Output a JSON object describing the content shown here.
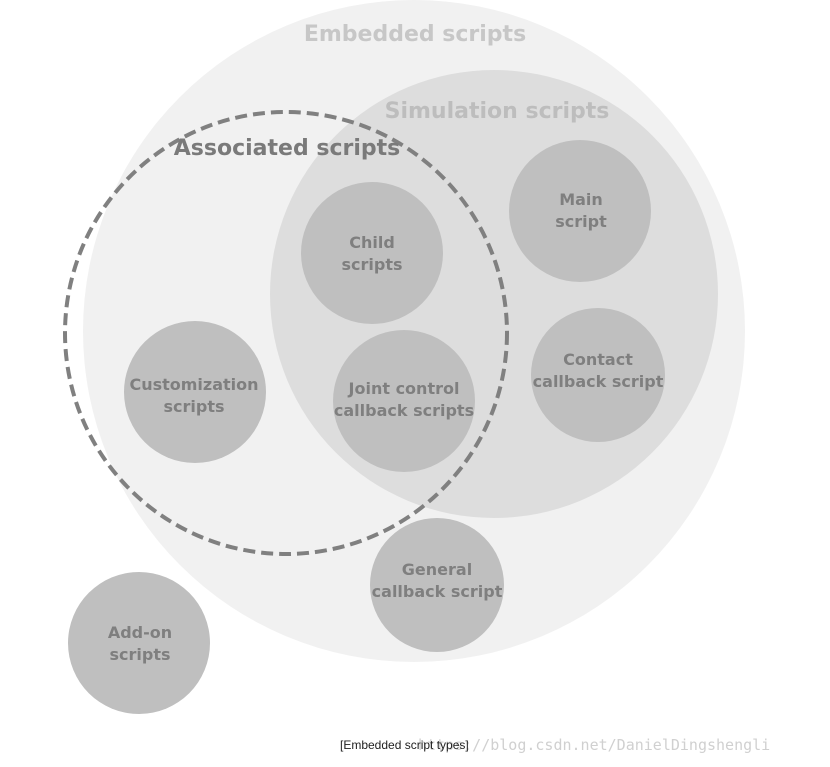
{
  "colors": {
    "embedded_region": "#f1f1f1",
    "simulation_region": "#dddddd",
    "script_node": "#bfbfbf",
    "dashed_outline": "#808080",
    "embedded_title": "#c7c7c7",
    "simulation_title": "#bdbdbd",
    "associated_title": "#7a7a7a",
    "node_text": "#7f7f7f"
  },
  "regions": {
    "embedded": {
      "title": "Embedded scripts"
    },
    "simulation": {
      "title": "Simulation scripts"
    },
    "associated": {
      "title": "Associated scripts"
    }
  },
  "nodes": {
    "child": {
      "line1": "Child",
      "line2": "scripts"
    },
    "main": {
      "line1": "Main",
      "line2": "script"
    },
    "customization": {
      "line1": "Customization",
      "line2": "scripts"
    },
    "joint_control": {
      "line1": "Joint control",
      "line2": "callback scripts"
    },
    "contact": {
      "line1": "Contact",
      "line2": "callback script"
    },
    "general": {
      "line1": "General",
      "line2": "callback script"
    },
    "addon": {
      "line1": "Add-on",
      "line2": "scripts"
    }
  },
  "caption": "[Embedded script types]",
  "watermark": "https://blog.csdn.net/DanielDingshengli"
}
